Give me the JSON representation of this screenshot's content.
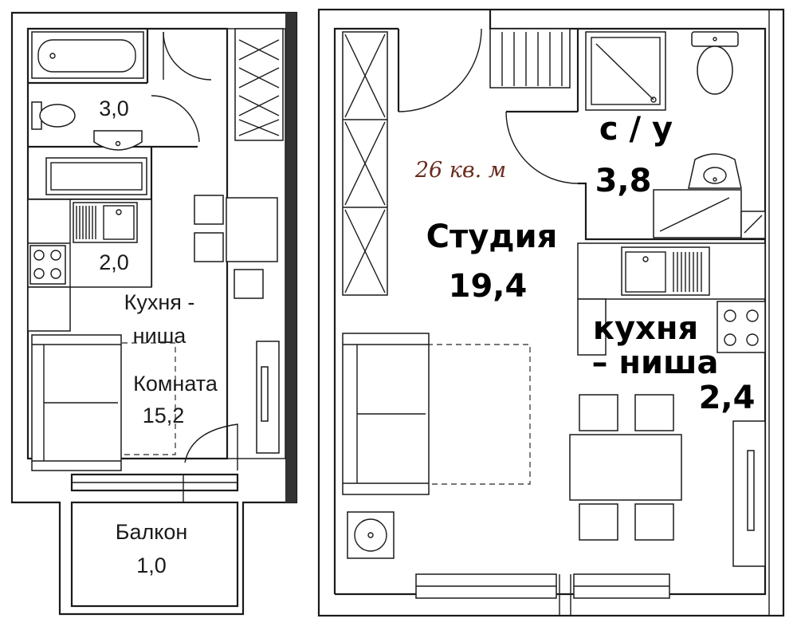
{
  "plan_left": {
    "rooms": [
      {
        "name": "",
        "area": "3,0"
      },
      {
        "name": "",
        "area": "2,0"
      },
      {
        "name": "Кухня -",
        "name_line2": "ниша",
        "area": ""
      },
      {
        "name": "Комната",
        "area": "15,2"
      },
      {
        "name": "Балкон",
        "area": "1,0"
      }
    ]
  },
  "plan_right": {
    "total_area": "26 кв. м",
    "rooms": [
      {
        "name": "с / у",
        "area": "3,8"
      },
      {
        "name": "Студия",
        "area": "19,4"
      },
      {
        "name": "кухня",
        "name_line2": "– ниша",
        "area": "2,4"
      }
    ]
  },
  "colors": {
    "wall": "#1a1a1a",
    "total_label": "#6b2d20"
  }
}
